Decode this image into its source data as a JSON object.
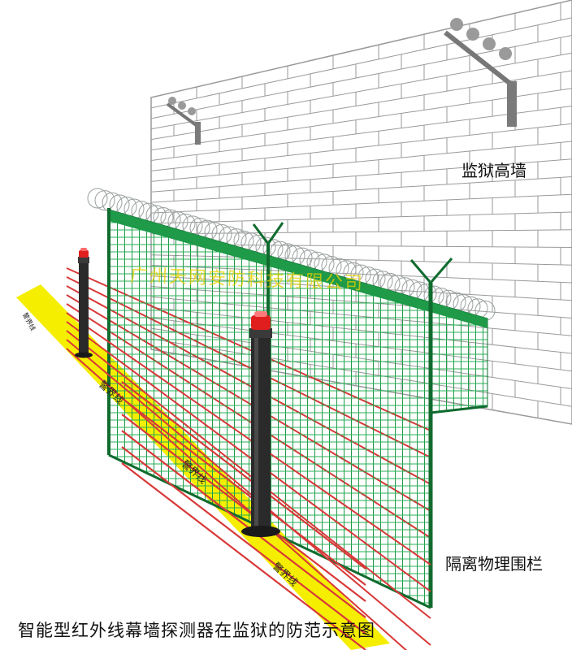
{
  "labels": {
    "wall": "监狱高墙",
    "fence": "隔离物理围栏",
    "caption": "智能型红外线幕墙探测器在监狱的防范示意图",
    "watermark": "广州天网安防科技有限公司",
    "warning_lines": [
      "警界线",
      "警界线",
      "警界线",
      "警界线"
    ]
  },
  "colors": {
    "wall": "#ffffff",
    "brick_lines": "#9a9a9a",
    "fence": "#1e9a48",
    "fence_dark": "#0f6b2e",
    "beam": "#d83838",
    "warning_strip": "#f5ee00",
    "post": "#2a2a2a",
    "beacon": "#e01e1e"
  },
  "icons": [
    "wall-lamp-icon",
    "beacon-light-icon",
    "razor-wire-icon"
  ]
}
